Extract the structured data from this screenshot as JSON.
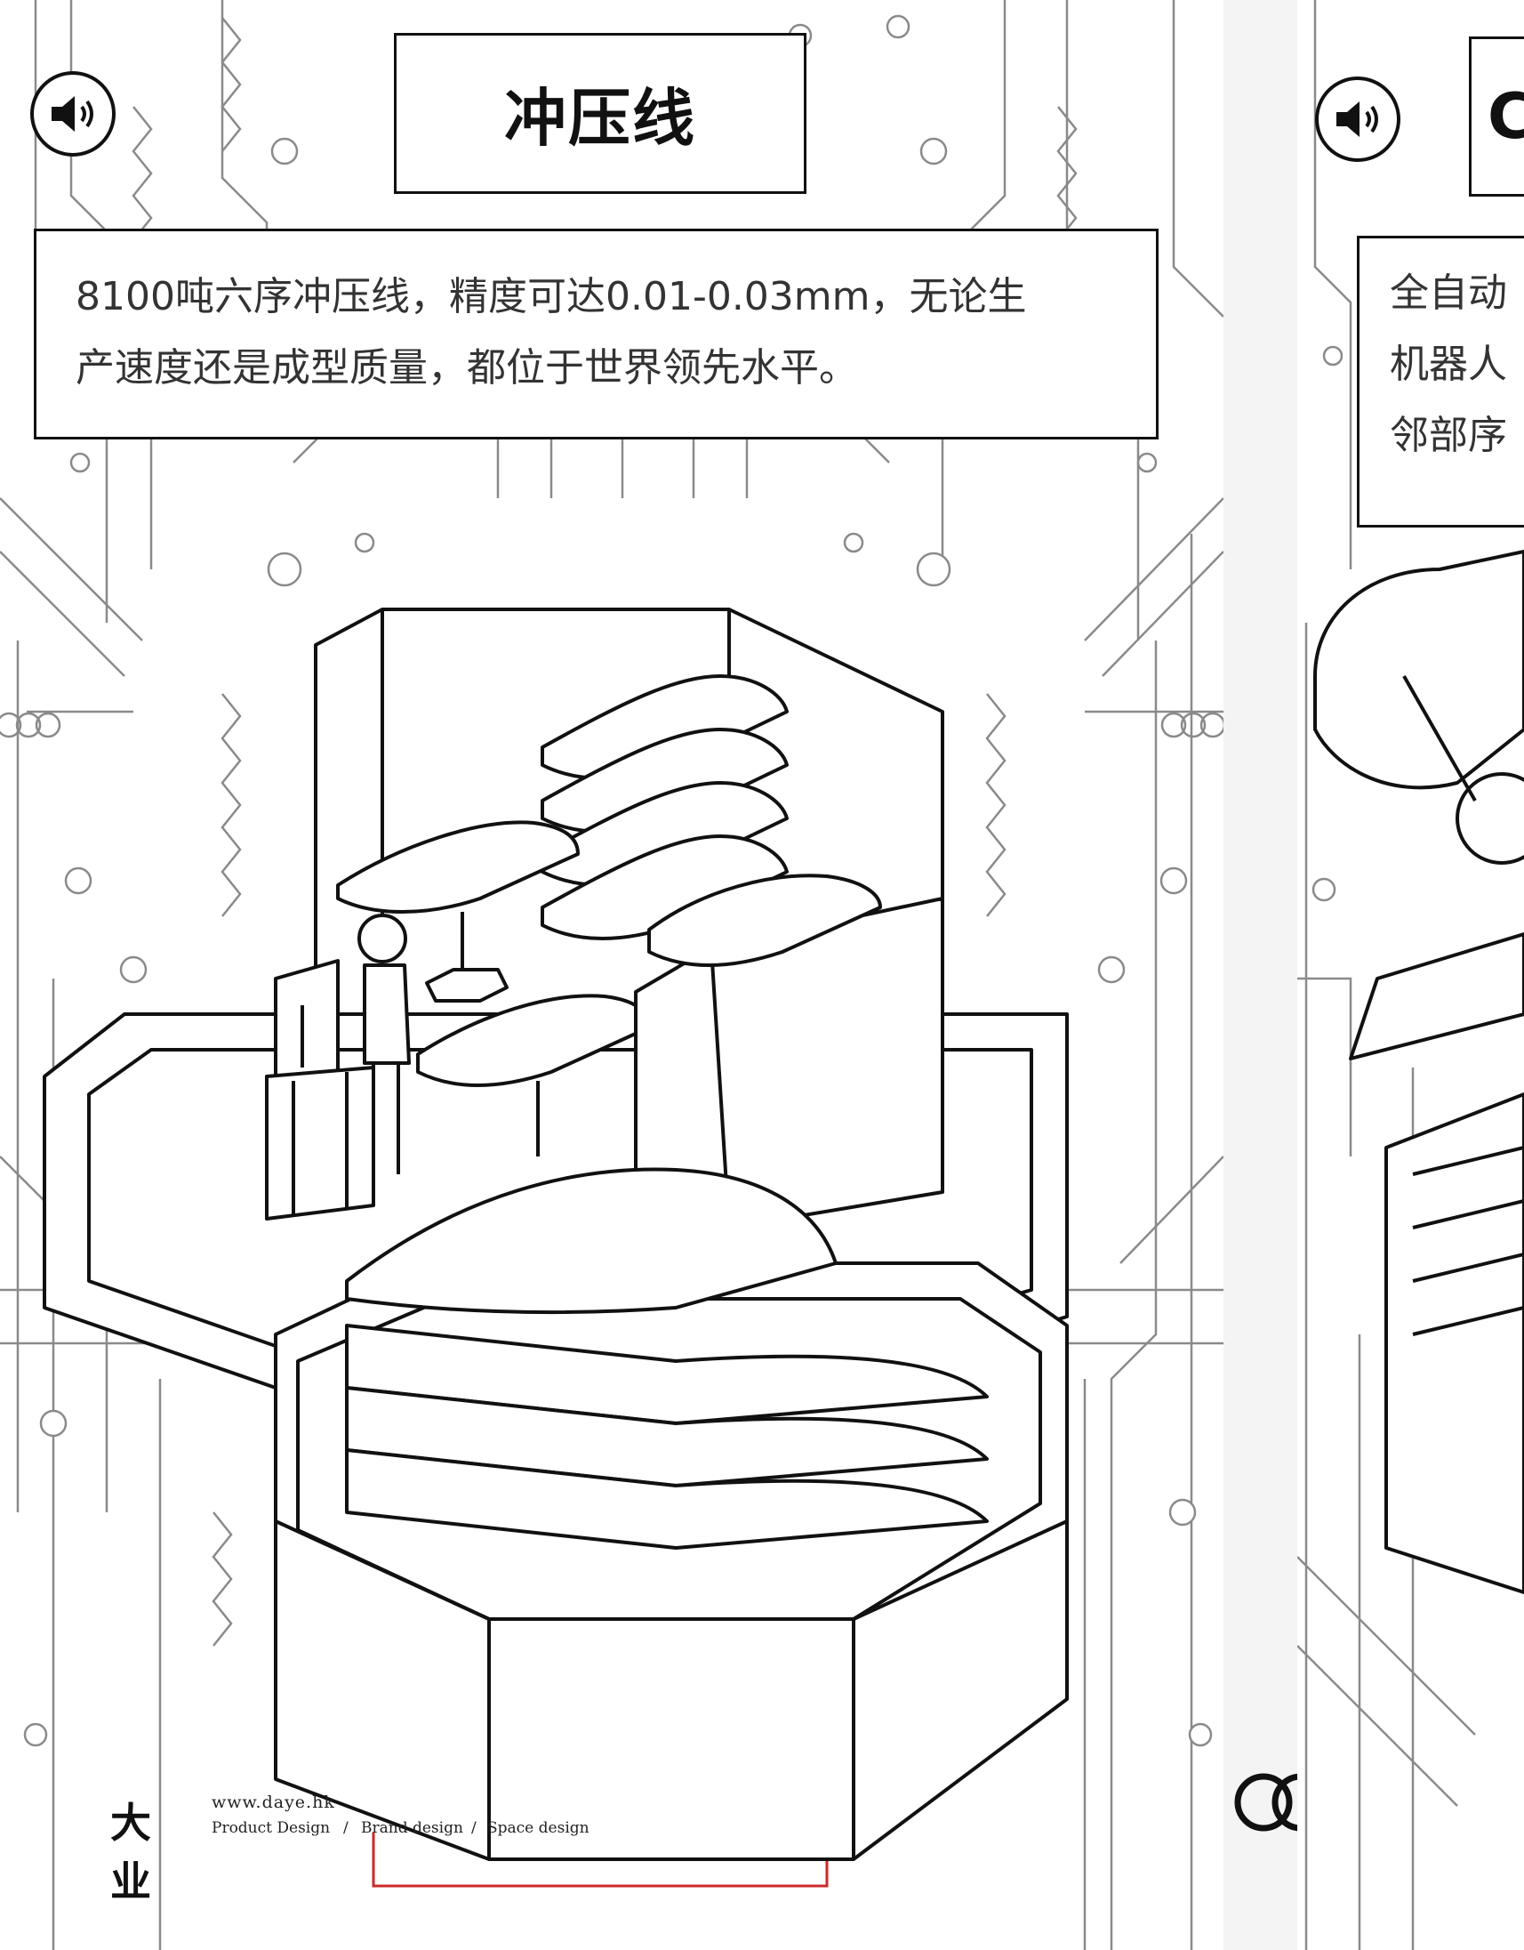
{
  "colors": {
    "line": "#111111",
    "circuit": "#8a8a8a",
    "text": "#333333",
    "accent_red": "#cc2a2a",
    "background": "#ffffff"
  },
  "left_card": {
    "speaker_icon": "speaker-icon",
    "title": "冲压线",
    "description": "8100吨六序冲压线，精度可达0.01-0.03mm，无论生\n产速度还是成型质量，都位于世界领先水平。"
  },
  "right_card": {
    "speaker_icon": "speaker-icon",
    "title_fragment": "C",
    "description_fragment": "全自动\n机器人\n邻部序"
  },
  "footer": {
    "logo_text": "大业",
    "website": "www.daye.hk",
    "tags": [
      "Product Design",
      "Brand design",
      "Space design"
    ],
    "separator": "/",
    "brand_icon": "four-rings-logo"
  }
}
